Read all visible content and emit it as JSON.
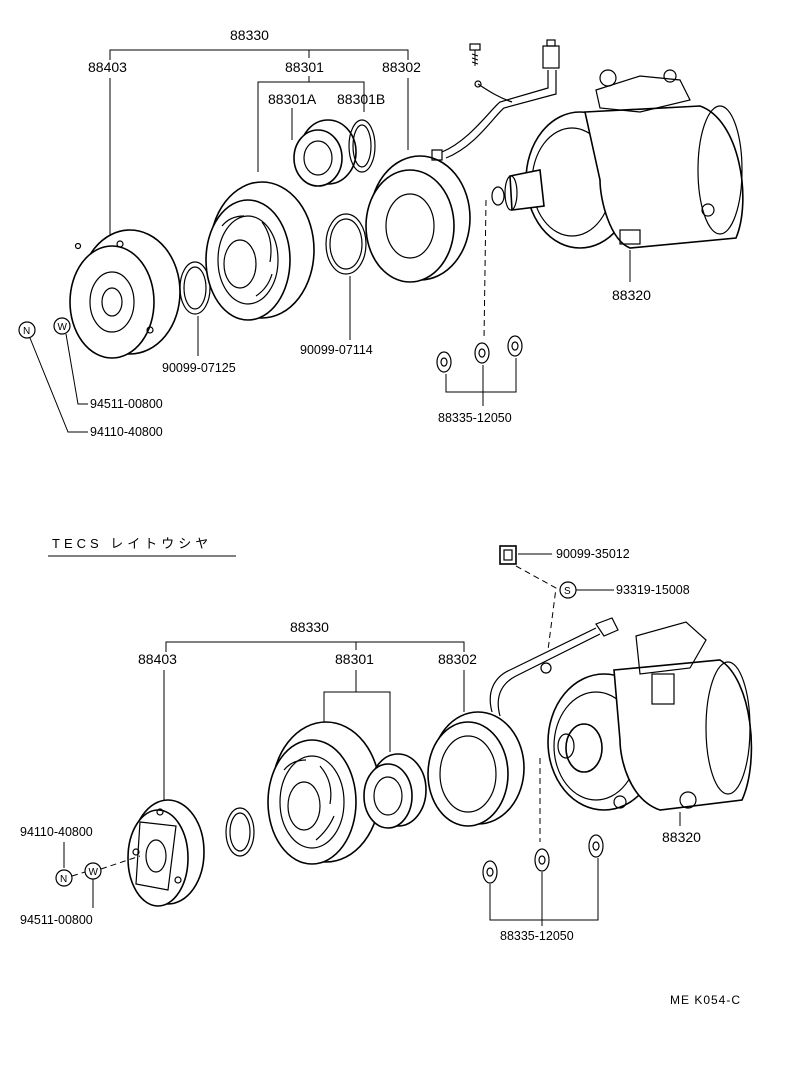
{
  "diagram": {
    "upper": {
      "assembly": "88330",
      "hub": "88403",
      "pulley": "88301",
      "pulley_a": "88301A",
      "pulley_b": "88301B",
      "coil": "88302",
      "compressor": "88320",
      "ring_small": "90099-07125",
      "ring_large": "90099-07114",
      "washer_part": "94511-00800",
      "nut_part": "94110-40800",
      "shims": "88335-12050",
      "nut_symbol": "N",
      "washer_symbol": "W"
    },
    "section_title": "TECS  レイトウシヤ",
    "lower": {
      "assembly": "88330",
      "hub": "88403",
      "pulley": "88301",
      "coil": "88302",
      "compressor": "88320",
      "clip_part": "90099-35012",
      "screw_part": "93319-15008",
      "nut_part": "94110-40800",
      "washer_part": "94511-00800",
      "shims": "88335-12050",
      "nut_symbol": "N",
      "washer_symbol": "W",
      "screw_symbol": "S"
    },
    "footer_code": "ME  K054-C"
  }
}
